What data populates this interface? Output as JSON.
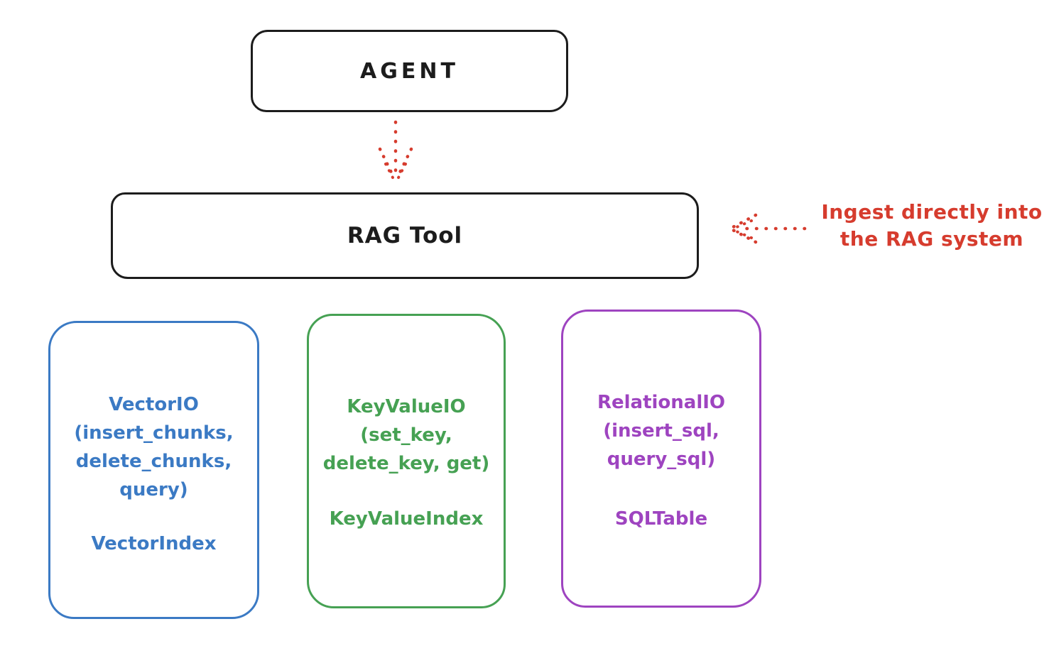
{
  "agent": {
    "label": "AGENT"
  },
  "rag_tool": {
    "label": "RAG Tool"
  },
  "annotation": {
    "line1": "Ingest directly into",
    "line2": "the RAG system"
  },
  "backends": [
    {
      "id": "vector",
      "lines": [
        "VectorIO",
        "(insert_chunks,",
        "delete_chunks,",
        "query)"
      ],
      "index": "VectorIndex",
      "color": "#3b7ac4"
    },
    {
      "id": "keyvalue",
      "lines": [
        "KeyValueIO",
        "(set_key,",
        "delete_key, get)"
      ],
      "index": "KeyValueIndex",
      "color": "#46a153"
    },
    {
      "id": "relational",
      "lines": [
        "RelationalIO",
        "(insert_sql,",
        "query_sql)"
      ],
      "index": "SQLTable",
      "color": "#9e44c0"
    }
  ],
  "colors": {
    "outline_black": "#1c1c1c",
    "arrow_red": "#d63c2e"
  }
}
